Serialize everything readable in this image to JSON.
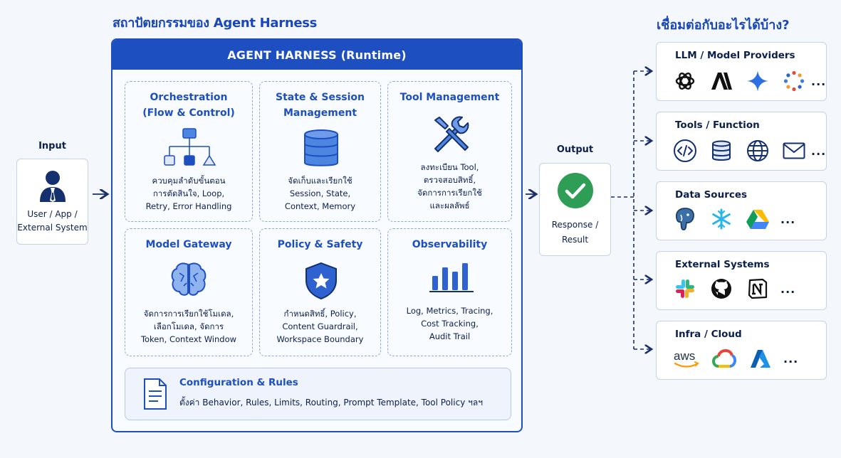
{
  "header": {
    "left_title": "สถาปัตยกรรมของ Agent Harness",
    "right_title": "เชื่อมต่อกับอะไรได้บ้าง?"
  },
  "input": {
    "label": "Input",
    "text": "User / App /\nExternal System",
    "icon": "user-icon"
  },
  "output": {
    "label": "Output",
    "text": "Response /\nResult",
    "icon": "check-circle-icon"
  },
  "harness": {
    "title": "AGENT HARNESS (Runtime)",
    "cards": [
      {
        "title": "Orchestration\n(Flow & Control)",
        "desc": "ควบคุมลำดับขั้นตอน\nการตัดสินใจ, Loop,\nRetry, Error Handling",
        "icon": "flowchart-icon"
      },
      {
        "title": "State & Session\nManagement",
        "desc": "จัดเก็บและเรียกใช้\nSession, State,\nContext, Memory",
        "icon": "database-icon"
      },
      {
        "title": "Tool Management",
        "desc": "ลงทะเบียน Tool,\nตรวจสอบสิทธิ์,\nจัดการการเรียกใช้\nและผลลัพธ์",
        "icon": "tools-icon"
      },
      {
        "title": "Model Gateway",
        "desc": "จัดการการเรียกใช้โมเดล,\nเลือกโมเดล, จัดการ\nToken, Context Window",
        "icon": "brain-icon"
      },
      {
        "title": "Policy & Safety",
        "desc": "กำหนดสิทธิ์, Policy,\nContent Guardrail,\nWorkspace Boundary",
        "icon": "shield-icon"
      },
      {
        "title": "Observability",
        "desc": "Log, Metrics, Tracing,\nCost Tracking,\nAudit Trail",
        "icon": "bar-chart-icon"
      }
    ],
    "config": {
      "title": "Configuration & Rules",
      "desc": "ตั้งค่า Behavior, Rules, Limits, Routing, Prompt Template, Tool Policy ฯลฯ",
      "icon": "document-icon"
    }
  },
  "panels": [
    {
      "title": "LLM / Model Providers",
      "icons": [
        "openai-icon",
        "anthropic-icon",
        "gemini-icon",
        "dots-ring-icon"
      ],
      "more": "..."
    },
    {
      "title": "Tools / Function",
      "icons": [
        "code-icon",
        "database-icon",
        "globe-icon",
        "mail-icon"
      ],
      "more": "..."
    },
    {
      "title": "Data Sources",
      "icons": [
        "postgres-icon",
        "snowflake-icon",
        "google-drive-icon"
      ],
      "more": "..."
    },
    {
      "title": "External Systems",
      "icons": [
        "slack-icon",
        "github-icon",
        "notion-icon"
      ],
      "more": "..."
    },
    {
      "title": "Infra / Cloud",
      "icons": [
        "aws-icon",
        "google-cloud-icon",
        "azure-icon"
      ],
      "more": "..."
    }
  ],
  "colors": {
    "primary": "#1d4fc0",
    "ink": "#0b1f4d",
    "success": "#2e9e57"
  }
}
